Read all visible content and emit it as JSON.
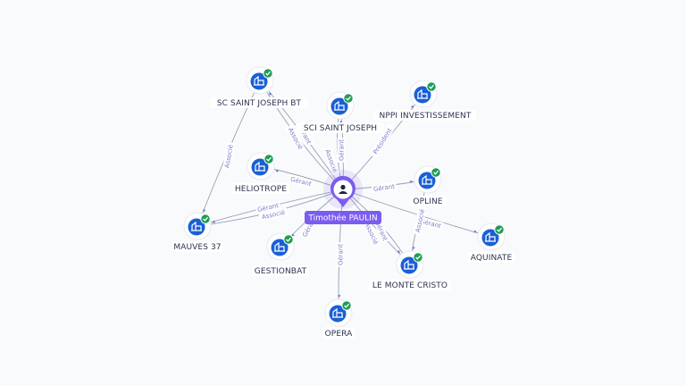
{
  "center": {
    "name": "Timothée PAULIN",
    "icon": "person-icon",
    "color": "#7b5cf0"
  },
  "colors": {
    "company": "#1a5fd6",
    "check": "#1f9d55",
    "edge": "#9aa0b4",
    "edge_label": "#7a80c8"
  },
  "companies": [
    {
      "id": "sc-saint-joseph-bt",
      "name": "SC SAINT JOSEPH BT",
      "icon": "company-building-icon",
      "badge": "verified-check-icon"
    },
    {
      "id": "sci-saint-joseph",
      "name": "SCI SAINT JOSEPH",
      "icon": "company-building-icon",
      "badge": "verified-check-icon"
    },
    {
      "id": "nppi-investissement",
      "name": "NPPI INVESTISSEMENT",
      "icon": "company-building-icon",
      "badge": "verified-check-icon"
    },
    {
      "id": "heliotrope",
      "name": "HELIOTROPE",
      "icon": "company-building-icon",
      "badge": "verified-check-icon"
    },
    {
      "id": "opline",
      "name": "OPLINE",
      "icon": "company-building-icon",
      "badge": "verified-check-icon"
    },
    {
      "id": "mauves-37",
      "name": "MAUVES 37",
      "icon": "company-building-icon",
      "badge": "verified-check-icon"
    },
    {
      "id": "aquinate",
      "name": "AQUINATE",
      "icon": "company-building-icon",
      "badge": "verified-check-icon"
    },
    {
      "id": "gestionbat",
      "name": "GESTIONBAT",
      "icon": "company-building-icon",
      "badge": "verified-check-icon"
    },
    {
      "id": "le-monte-cristo",
      "name": "LE MONTE CRISTO",
      "icon": "company-building-icon",
      "badge": "verified-check-icon"
    },
    {
      "id": "opera",
      "name": "OPERA",
      "icon": "company-building-icon",
      "badge": "verified-check-icon"
    }
  ],
  "edges": [
    {
      "from": "center",
      "to": "sc-saint-joseph-bt",
      "label": "Gérant"
    },
    {
      "from": "center",
      "to": "sc-saint-joseph-bt",
      "label": "Associé"
    },
    {
      "from": "center",
      "to": "sci-saint-joseph",
      "label": "Gérant"
    },
    {
      "from": "center",
      "to": "sci-saint-joseph",
      "label": "Associé"
    },
    {
      "from": "center",
      "to": "nppi-investissement",
      "label": "Président"
    },
    {
      "from": "center",
      "to": "heliotrope",
      "label": "Gérant"
    },
    {
      "from": "center",
      "to": "opline",
      "label": "Gérant"
    },
    {
      "from": "center",
      "to": "mauves-37",
      "label": "Gérant"
    },
    {
      "from": "center",
      "to": "mauves-37",
      "label": "Associé"
    },
    {
      "from": "sc-saint-joseph-bt",
      "to": "mauves-37",
      "label": "Associé"
    },
    {
      "from": "center",
      "to": "aquinate",
      "label": "Gérant"
    },
    {
      "from": "center",
      "to": "gestionbat",
      "label": "Gérant"
    },
    {
      "from": "center",
      "to": "le-monte-cristo",
      "label": "Gérant"
    },
    {
      "from": "center",
      "to": "le-monte-cristo",
      "label": "Associé"
    },
    {
      "from": "opline",
      "to": "le-monte-cristo",
      "label": "Associé"
    },
    {
      "from": "center",
      "to": "opera",
      "label": "Gérant"
    }
  ]
}
